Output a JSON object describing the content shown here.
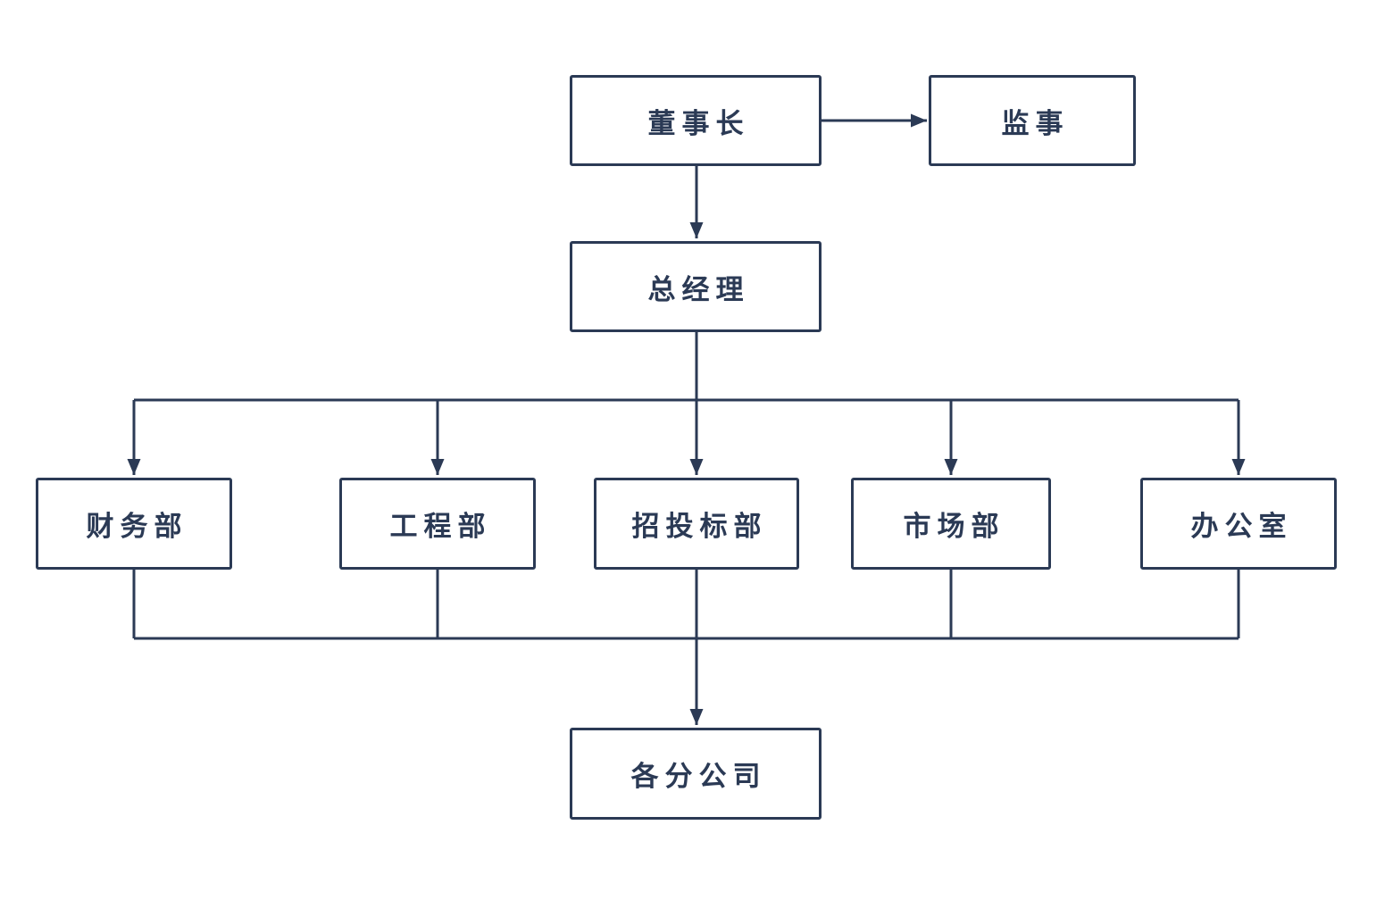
{
  "diagram": {
    "type": "org-chart",
    "colors": {
      "line": "#2b3a55",
      "box_background": "#ffffff",
      "text": "#2b3a55"
    },
    "nodes": {
      "chairman": {
        "label": "董事长"
      },
      "supervisor": {
        "label": "监事"
      },
      "general_manager": {
        "label": "总经理"
      },
      "finance_dept": {
        "label": "财务部"
      },
      "engineering_dept": {
        "label": "工程部"
      },
      "bidding_dept": {
        "label": "招投标部"
      },
      "marketing_dept": {
        "label": "市场部"
      },
      "office": {
        "label": "办公室"
      },
      "branch_companies": {
        "label": "各分公司"
      }
    },
    "edges": [
      {
        "from": "chairman",
        "to": "supervisor"
      },
      {
        "from": "chairman",
        "to": "general_manager"
      },
      {
        "from": "general_manager",
        "to": "finance_dept"
      },
      {
        "from": "general_manager",
        "to": "engineering_dept"
      },
      {
        "from": "general_manager",
        "to": "bidding_dept"
      },
      {
        "from": "general_manager",
        "to": "marketing_dept"
      },
      {
        "from": "general_manager",
        "to": "office"
      },
      {
        "from": "finance_dept",
        "to": "branch_companies"
      },
      {
        "from": "engineering_dept",
        "to": "branch_companies"
      },
      {
        "from": "bidding_dept",
        "to": "branch_companies"
      },
      {
        "from": "marketing_dept",
        "to": "branch_companies"
      },
      {
        "from": "office",
        "to": "branch_companies"
      }
    ]
  }
}
